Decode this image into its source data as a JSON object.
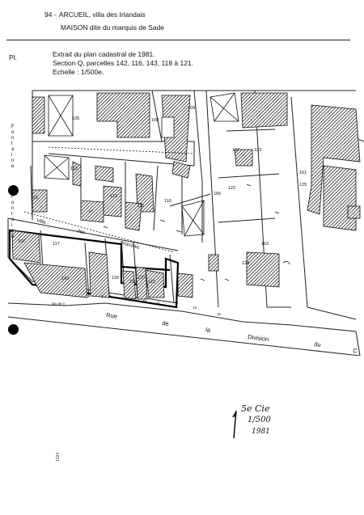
{
  "header": {
    "number": "94 -",
    "line1": "ARCUEIL, villa des Irlandais",
    "line2": "MAISON dite du marquis de Sade"
  },
  "plate_label": "Pl.",
  "info": {
    "line1": "Extrait du plan cadastral de 1981.",
    "line2": "Section Q, parcelles 142, 116, 143, 118 à 121.",
    "line3": "Echelle : 1/500e."
  },
  "map": {
    "parcels": [
      "105",
      "108",
      "109",
      "167",
      "123",
      "113",
      "112",
      "111",
      "110",
      "166",
      "122",
      "161",
      "125",
      "115",
      "117",
      "162",
      "124",
      "142",
      "118",
      "119",
      "120",
      "121",
      "107"
    ],
    "street_villa": [
      "Villa",
      "des",
      "Irlandais"
    ],
    "street_rue": [
      "Rue",
      "de",
      "la",
      "Division",
      "du",
      "C"
    ],
    "fontaine": [
      "F",
      "o",
      "n",
      "t",
      "a",
      "i",
      "n",
      "e"
    ],
    "side_fontaine": [
      "F",
      "o",
      "n",
      "t",
      "a",
      "i",
      "n",
      "e"
    ],
    "dim_note": "4e=4e x",
    "small_numbers": [
      "5",
      "7",
      "8",
      "9",
      "10",
      "11",
      "13",
      "15"
    ]
  },
  "signature": {
    "line1": "5e Cie",
    "line2": "1/500",
    "line3": "1981"
  },
  "stamp": "1224"
}
